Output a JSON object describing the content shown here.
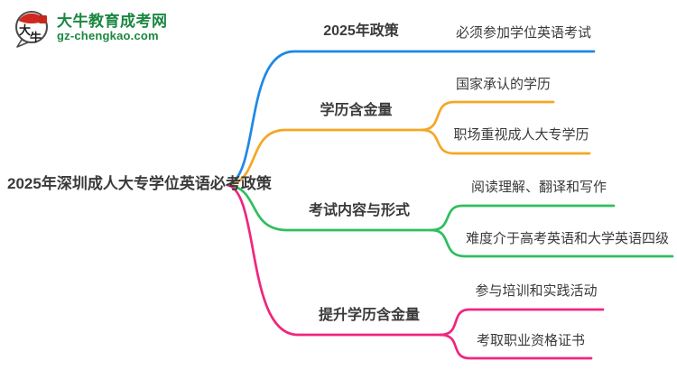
{
  "logo": {
    "icon_text_top": "大",
    "icon_text_bottom": "牛",
    "site_name": "大牛教育成考网",
    "site_url": "gz-chengkao.com",
    "brand_green": "#1b8742",
    "seal_red": "#d0281e"
  },
  "mindmap": {
    "root": "2025年深圳成人大专学位英语必考政策",
    "branches": [
      {
        "label": "2025年政策",
        "color": "#1e88e5",
        "children": [
          "必须参加学位英语考试"
        ]
      },
      {
        "label": "学历含金量",
        "color": "#f5a623",
        "children": [
          "国家承认的学历",
          "职场重视成人大专学历"
        ]
      },
      {
        "label": "考试内容与形式",
        "color": "#2ebe60",
        "children": [
          "阅读理解、翻译和写作",
          "难度介于高考英语和大学英语四级"
        ]
      },
      {
        "label": "提升学历含金量",
        "color": "#f0267d",
        "children": [
          "参与培训和实践活动",
          "考取职业资格证书"
        ]
      }
    ]
  }
}
